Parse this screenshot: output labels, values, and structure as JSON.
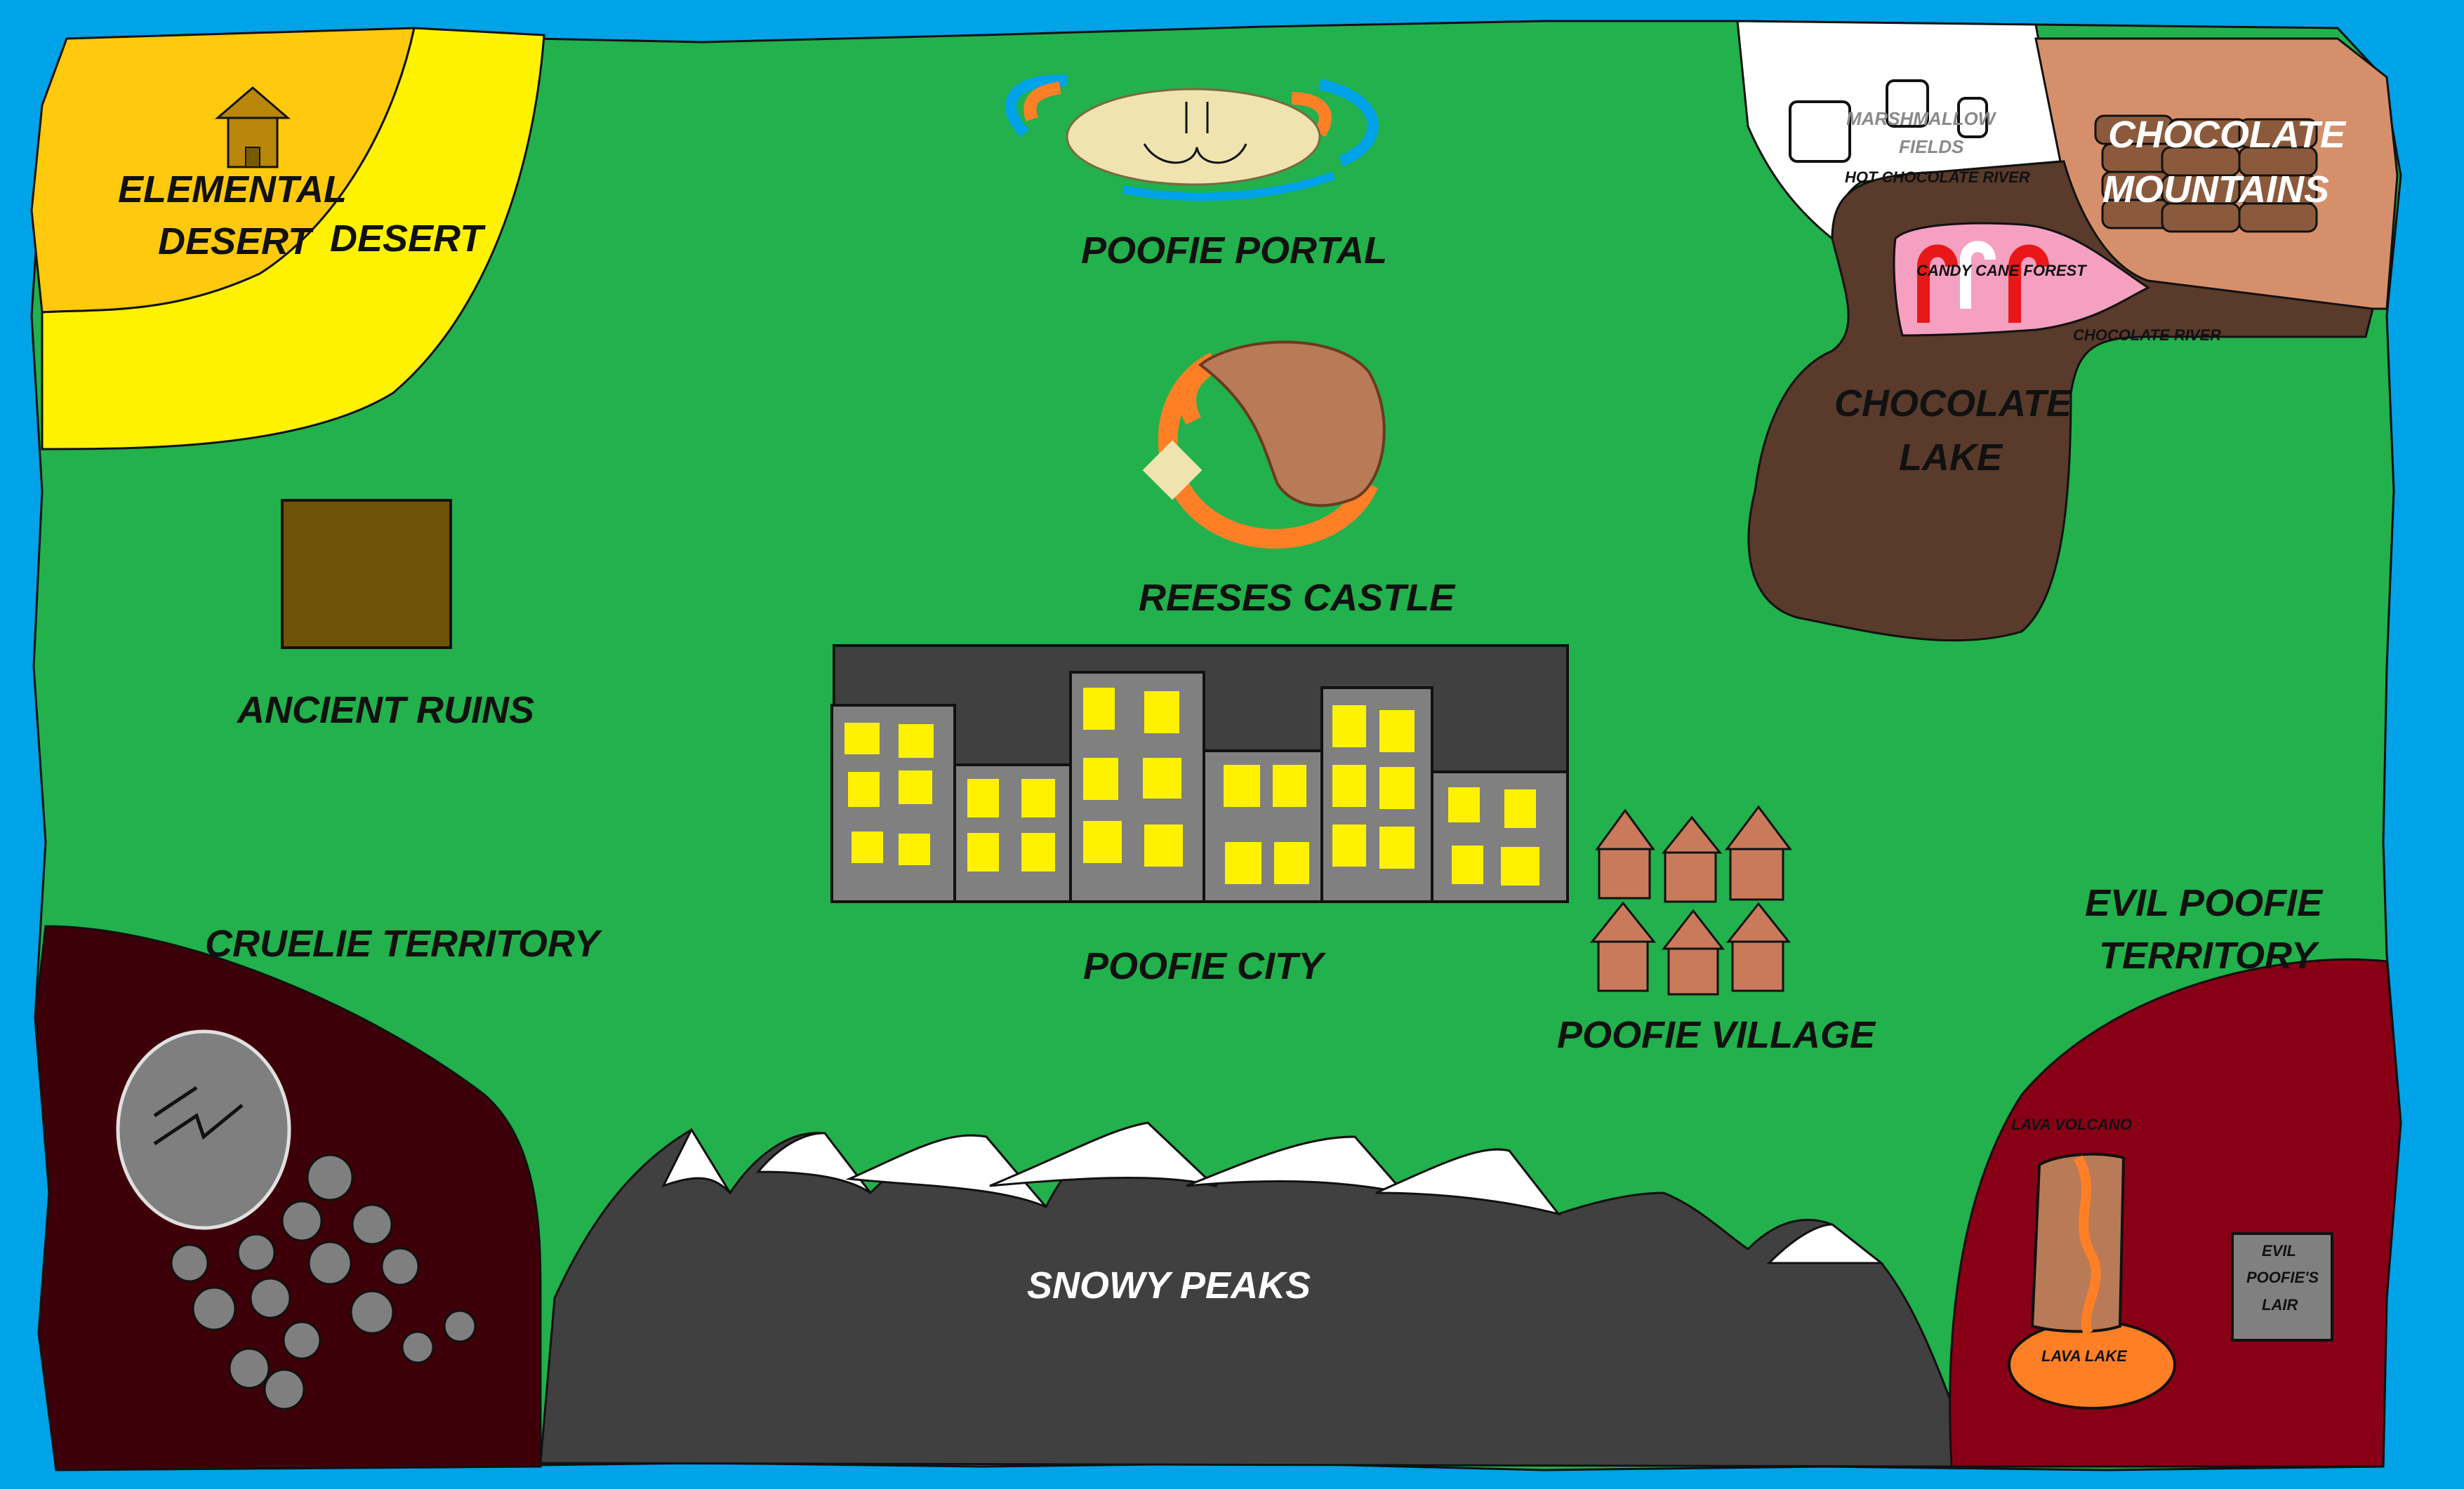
{
  "map": {
    "colors": {
      "water": "#00a2e8",
      "grass": "#22b14c",
      "elemental_desert": "#ffc90e",
      "desert": "#fff200",
      "chocolate": "#593a2b",
      "chocolate_mountains": "#d5906b",
      "candy_forest": "#f5a0c0",
      "marshmallow": "#ffffff",
      "cruelie": "#3e0008",
      "evil_poofie": "#880015",
      "peaks": "#404040",
      "city_gray": "#808080",
      "windows": "#fff200",
      "ruins": "#6e5408",
      "houses": "#c97a5a",
      "lava": "#ff7f27"
    },
    "labels": {
      "elemental_1": "ELEMENTAL",
      "elemental_2": "DESERT",
      "desert": "DESERT",
      "poofie_portal": "POOFIE PORTAL",
      "reeses_castle": "REESES CASTLE",
      "ancient_ruins": "ANCIENT RUINS",
      "poofie_city": "POOFIE CITY",
      "poofie_village": "POOFIE VILLAGE",
      "cruelie_territory": "CRUELIE TERRITORY",
      "snowy_peaks": "SNOWY PEAKS",
      "evil_poofie_1": "EVIL POOFIE",
      "evil_poofie_2": "TERRITORY",
      "marshmallow_1": "MARSHMALLOW",
      "marshmallow_2": "FIELDS",
      "hot_chocolate_river": "HOT CHOCOLATE RIVER",
      "chocolate_mountains_1": "CHOCOLATE",
      "chocolate_mountains_2": "MOUNTAINS",
      "candy_cane_forest": "CANDY CANE FOREST",
      "chocolate_river": "CHOCOLATE RIVER",
      "chocolate_lake_1": "CHOCOLATE",
      "chocolate_lake_2": "LAKE",
      "lava_volcano": "LAVA VOLCANO",
      "lava_lake": "LAVA LAKE",
      "lair_1": "EVIL",
      "lair_2": "POOFIE'S",
      "lair_3": "LAIR"
    }
  }
}
